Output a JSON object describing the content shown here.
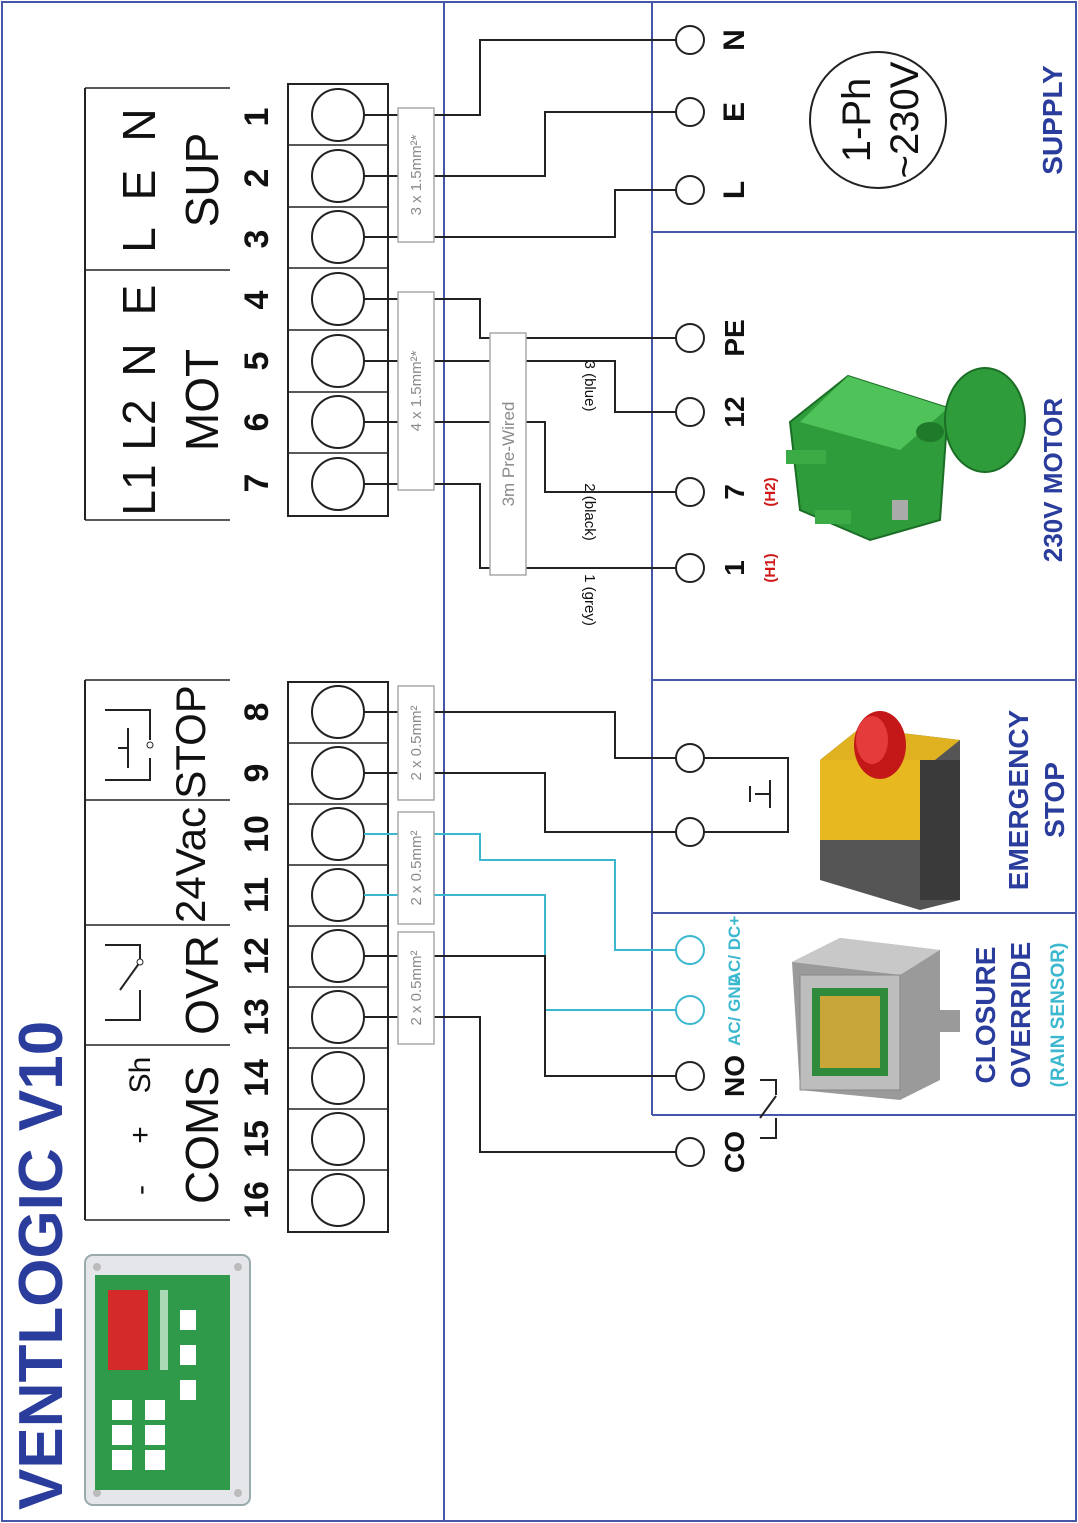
{
  "colors": {
    "frame_blue": "#4656a8",
    "title_blue": "#2a3d9c",
    "cyan_wire": "#3bb8cf",
    "red_note": "#d01818",
    "motor_green": "#2e9c3a"
  },
  "title": "VENTLOGIC V10",
  "terminals": [
    "1",
    "2",
    "3",
    "4",
    "5",
    "6",
    "7",
    "8",
    "9",
    "10",
    "11",
    "12",
    "13",
    "14",
    "15",
    "16"
  ],
  "groups": {
    "sup": {
      "name": "SUP",
      "letters": [
        "L",
        "E",
        "N"
      ]
    },
    "mot": {
      "name": "MOT",
      "letters": [
        "L1",
        "L2",
        "N",
        "E"
      ]
    },
    "stop": {
      "name": "STOP"
    },
    "v24": {
      "name": "24Vac"
    },
    "ovr": {
      "name": "OVR"
    },
    "coms": {
      "name": "COMS",
      "letters": [
        "-",
        "+",
        "Sh"
      ]
    }
  },
  "cables": {
    "sup": "3 x 1.5mm²*",
    "mot": "4 x 1.5mm²*",
    "prewired": "3m Pre-Wired",
    "stop": "2 x 0.5mm²",
    "v24": "2 x 0.5mm²",
    "ovr": "2 x 0.5mm²"
  },
  "supply": {
    "title": "SUPPLY",
    "badge_line1": "1-Ph",
    "badge_line2": "~230V",
    "terminals": [
      "N",
      "E",
      "L"
    ]
  },
  "motor": {
    "title": "230V MOTOR",
    "terminals": [
      "PE",
      "12",
      "7",
      "1"
    ],
    "wires": [
      "3 (blue)",
      "2 (black)",
      "1 (grey)"
    ],
    "notes": [
      "(H2)",
      "(H1)"
    ]
  },
  "estop": {
    "title_line1": "EMERGENCY",
    "title_line2": "STOP"
  },
  "override": {
    "title_line1": "CLOSURE",
    "title_line2": "OVERRIDE",
    "subtitle": "(RAIN SENSOR)",
    "terminals": [
      "AC/ DC+",
      "AC/ GND",
      "NO",
      "CO"
    ]
  }
}
